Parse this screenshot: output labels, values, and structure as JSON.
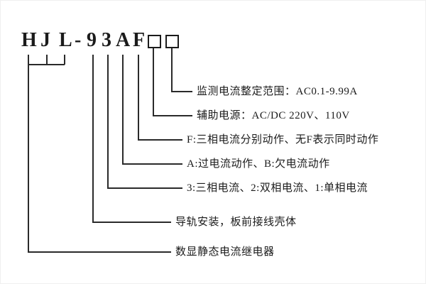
{
  "model": {
    "chars": [
      "H",
      "J",
      "L",
      "-",
      "9",
      "3",
      "A",
      "F"
    ]
  },
  "labels": [
    {
      "text": "监测电流整定范围：AC0.1-9.99A"
    },
    {
      "text": "辅助电源：AC/DC 220V、110V"
    },
    {
      "text": "F:三相电流分别动作、无F表示同时动作"
    },
    {
      "text": "A:过电流动作、B:欠电流动作"
    },
    {
      "text": "3:三相电流、2:双相电流、1:单相电流"
    },
    {
      "text": "导轨安装，板前接线壳体"
    },
    {
      "text": "数显静态电流继电器"
    }
  ]
}
